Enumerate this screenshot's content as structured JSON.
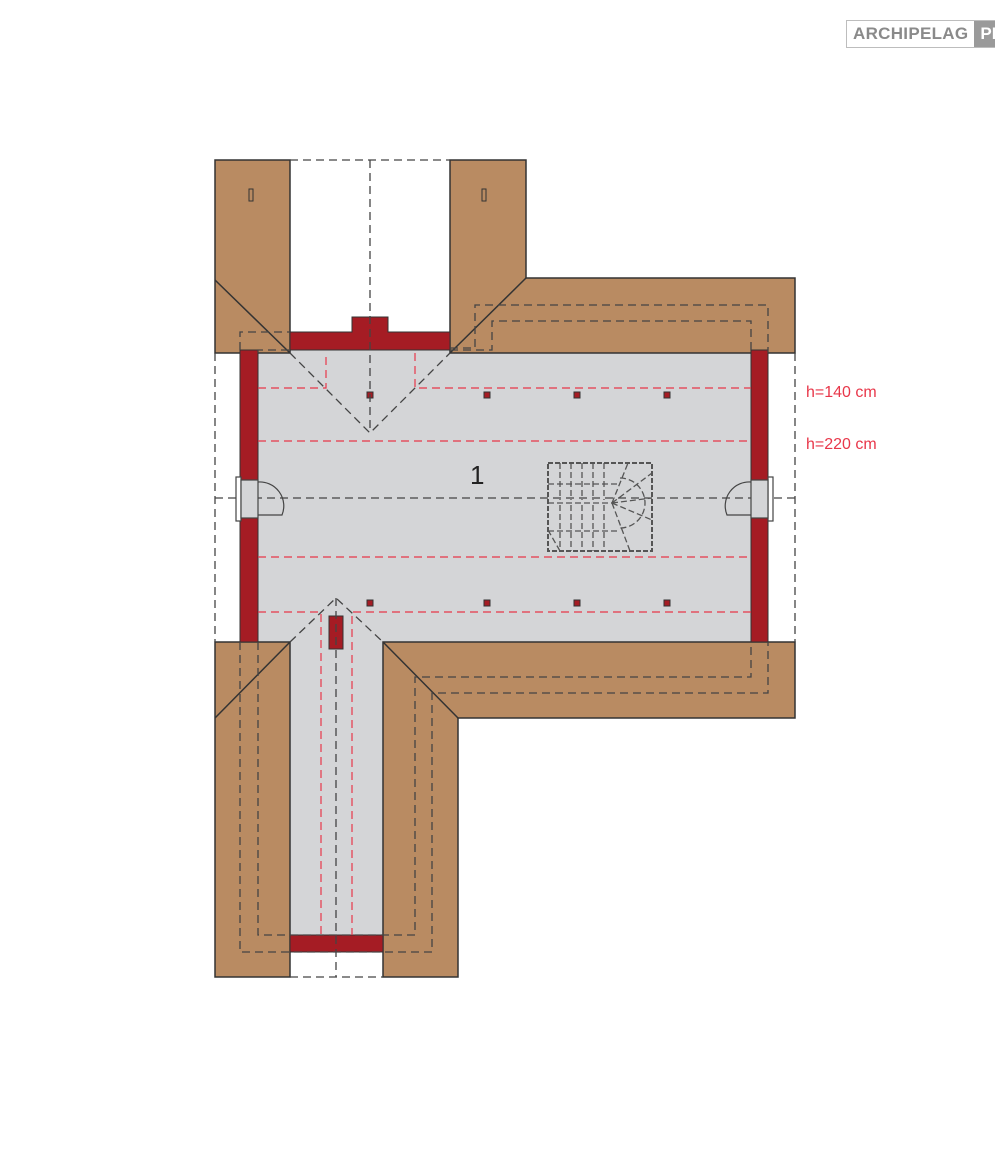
{
  "logo": {
    "main": "ARCHIPELAG",
    "suffix": "PL"
  },
  "plan": {
    "room_number": "1",
    "height_labels": [
      "h=140 cm",
      "h=220 cm"
    ],
    "colors": {
      "roof": "#b98b62",
      "wall": "#a51c24",
      "floor": "#d4d5d7",
      "height_line": "#e8374a",
      "outline": "#333333"
    }
  }
}
